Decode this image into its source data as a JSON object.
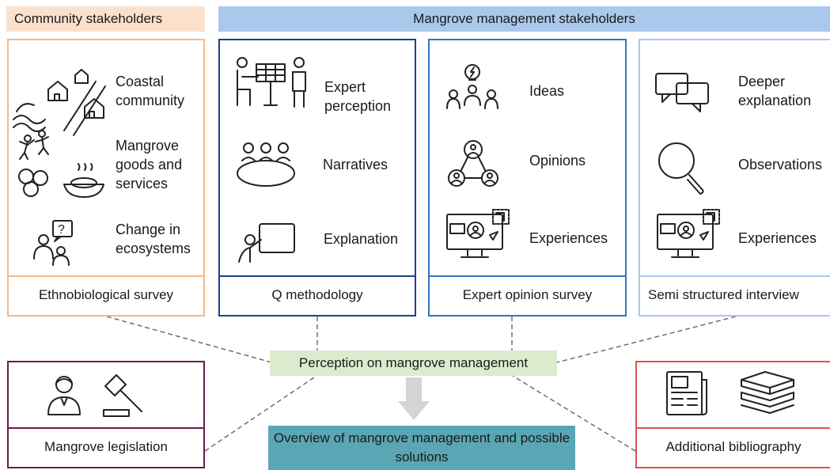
{
  "headers": {
    "community": "Community stakeholders",
    "mangrove": "Mangrove management stakeholders"
  },
  "community": {
    "items": [
      "Coastal community",
      "Mangrove goods and services",
      "Change in ecosystems"
    ],
    "method": "Ethnobiological survey"
  },
  "q": {
    "items": [
      "Expert perception",
      "Narratives",
      "Explanation"
    ],
    "method": "Q methodology"
  },
  "expert": {
    "items": [
      "Ideas",
      "Opinions",
      "Experiences"
    ],
    "method": "Expert opinion survey"
  },
  "semi": {
    "items": [
      "Deeper explanation",
      "Observations",
      "Experiences"
    ],
    "method": "Semi structured interview"
  },
  "legislation": {
    "label": "Mangrove legislation"
  },
  "bibliography": {
    "label": "Additional bibliography"
  },
  "center": {
    "perception": "Perception on mangrove management",
    "overview": "Overview of mangrove management and possible solutions"
  },
  "colors": {
    "community": "#f4b889",
    "q": "#1d3f8f",
    "expert": "#2d77c6",
    "semi": "#a9c8ec",
    "legislation": "#6d1b4b",
    "bibliography": "#d9534f",
    "perception_fill": "#dbebcd",
    "overview_fill": "#5aa6b4"
  }
}
